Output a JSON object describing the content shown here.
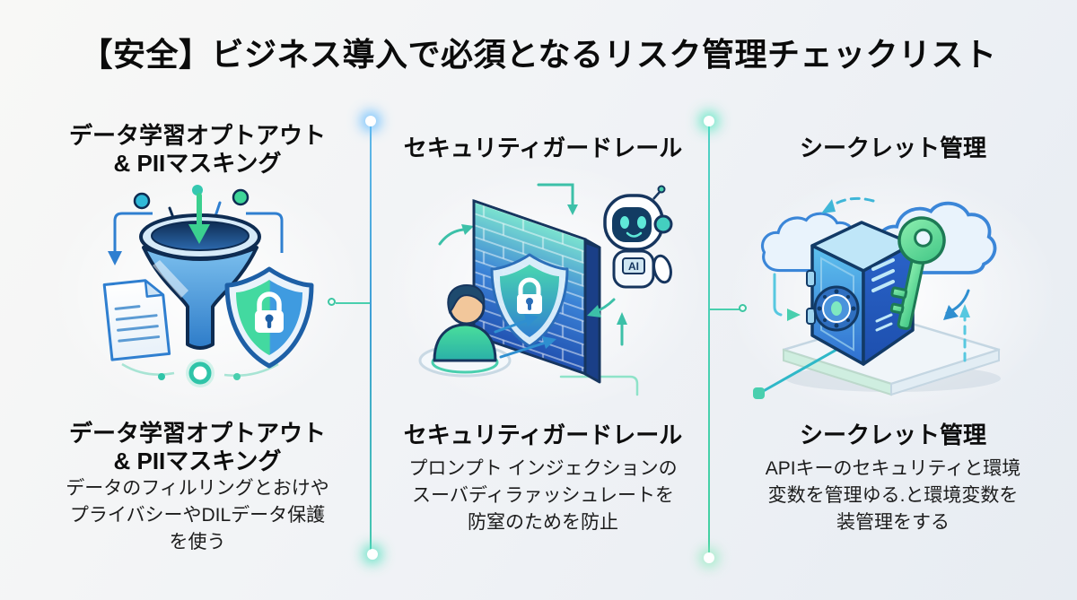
{
  "title": "【安全】ビジネス導入で必須となるリスク管理チェックリスト",
  "colors": {
    "background_start": "#f8f8f6",
    "background_end": "#e7ecf2",
    "text": "#0d0d0d",
    "divider_blue": "#3e9fd6",
    "divider_teal": "#43d0a0",
    "accent_blue": "#2f7fd0",
    "accent_teal": "#2fc4b8",
    "accent_green": "#3ed598",
    "navy": "#0e2c52"
  },
  "columns": [
    {
      "top_heading": "データ学習オプトアウト\n& PIIマスキング",
      "bottom_heading": "データ学習オプトアウト\n& PIIマスキング",
      "description": "データのフィルリングとおけや\nプライバシーやDILデータ保護\nを使う",
      "illustration": {
        "name": "data-filter-illustration",
        "icons": [
          "funnel-icon",
          "document-icon",
          "shield-lock-icon",
          "data-dots",
          "down-arrow-icon",
          "output-node-icon"
        ]
      }
    },
    {
      "top_heading": "セキュリティガードレール",
      "bottom_heading": "セキュリティガードレール",
      "description": "プロンプト インジェクションの\nスーバディラァッシュレートを\n防窒のためを防止",
      "illustration": {
        "name": "guardrail-illustration",
        "icons": [
          "brick-wall-icon",
          "shield-lock-icon",
          "user-icon",
          "ai-robot-icon",
          "flow-arrow-icon"
        ],
        "robot_label": "AI"
      }
    },
    {
      "top_heading": "シークレット管理",
      "bottom_heading": "シークレット管理",
      "description": "APIキーのセキュリティと環境\n変数を管理ゆる.と環境変数を\n装管理をする",
      "illustration": {
        "name": "secret-vault-illustration",
        "icons": [
          "safe-vault-icon",
          "key-icon",
          "cloud-icon",
          "platform-icon",
          "dashed-arrow-icon"
        ]
      }
    }
  ]
}
